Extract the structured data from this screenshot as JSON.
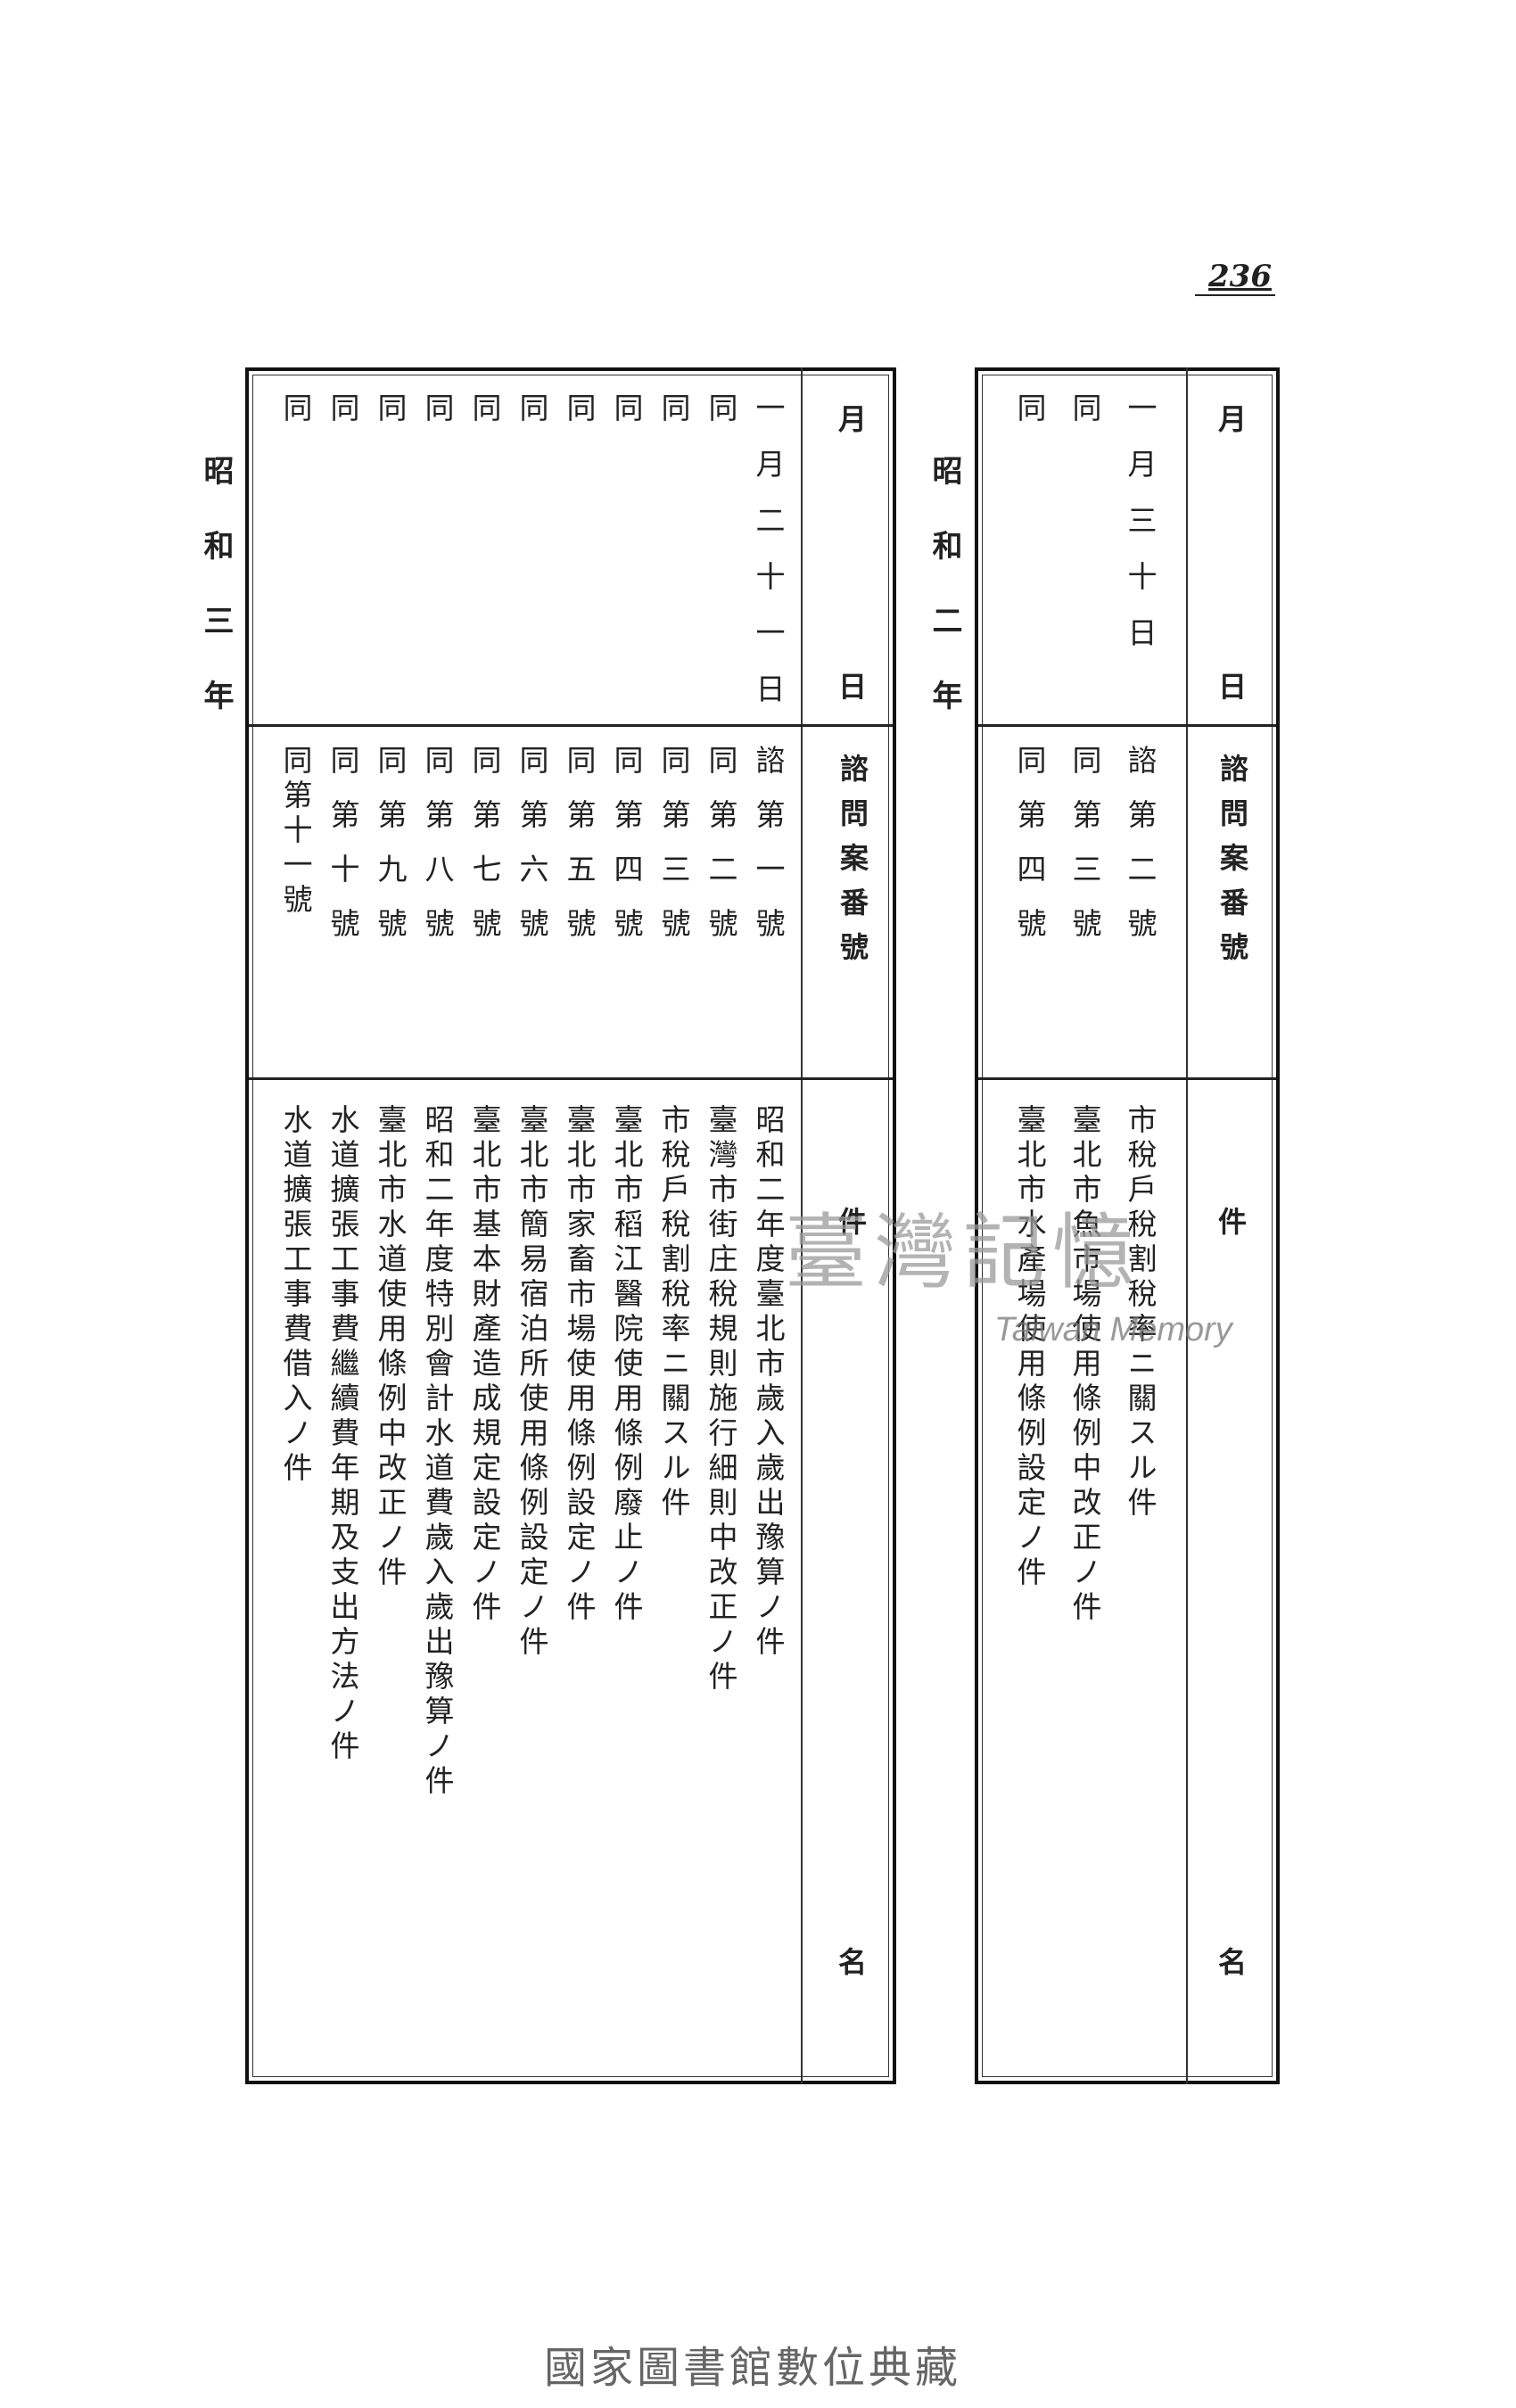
{
  "page_number": "236",
  "header": {
    "month_day": "月",
    "day": "日",
    "case_number": "諮問案番號",
    "item_name_left": "件",
    "item_name_right": "名"
  },
  "left_table": {
    "era": "昭和三年",
    "dates": [
      "一月二十一日",
      "同",
      "同",
      "同",
      "同",
      "同",
      "同",
      "同",
      "同",
      "同",
      "同"
    ],
    "numbers": [
      "諮第一號",
      "同第二號",
      "同第三號",
      "同第四號",
      "同第五號",
      "同第六號",
      "同第七號",
      "同第八號",
      "同第九號",
      "同第十號",
      "同第十一號"
    ],
    "items": [
      "昭和二年度臺北市歲入歲出豫算ノ件",
      "臺灣市街庄稅規則施行細則中改正ノ件",
      "市稅戶稅割稅率ニ關スル件",
      "臺北市稻江醫院使用條例廢止ノ件",
      "臺北市家畜市場使用條例設定ノ件",
      "臺北市簡易宿泊所使用條例設定ノ件",
      "臺北市基本財產造成規定設定ノ件",
      "昭和二年度特別會計水道費歲入歲出豫算ノ件",
      "臺北市水道使用條例中改正ノ件",
      "水道擴張工事費繼續費年期及支出方法ノ件",
      "水道擴張工事費借入ノ件"
    ]
  },
  "right_table": {
    "era": "昭和二年",
    "dates": [
      "一月三十日",
      "同",
      "同"
    ],
    "numbers": [
      "諮第二號",
      "同第三號",
      "同第四號"
    ],
    "items": [
      "市稅戶稅割稅率ニ關スル件",
      "臺北市魚市場使用條例中改正ノ件",
      "臺北市水產場使用條例設定ノ件"
    ]
  },
  "watermark": {
    "text": "臺灣記憶",
    "sub": "Taiwan Memory"
  },
  "footer": "國家圖書館數位典藏"
}
